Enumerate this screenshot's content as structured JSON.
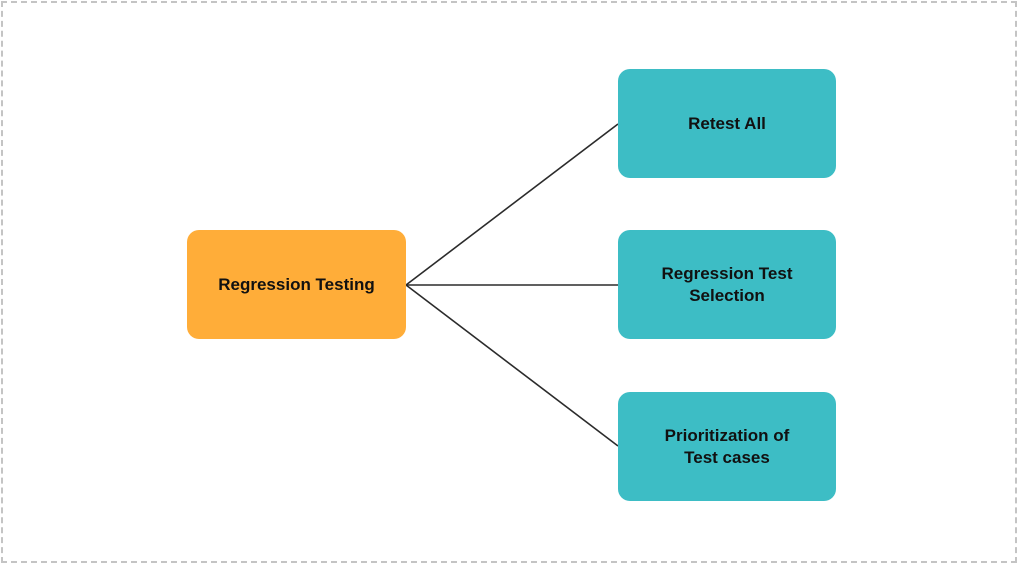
{
  "diagram": {
    "colors": {
      "root_fill": "#FFAD39",
      "child_fill": "#3DBDC5",
      "connector": "#2b2b2b",
      "border": "#c4c4c4",
      "text": "#111111"
    },
    "root": {
      "label": "Regression Testing"
    },
    "children": [
      {
        "label_lines": [
          "Retest All"
        ]
      },
      {
        "label_lines": [
          "Regression Test",
          "Selection"
        ]
      },
      {
        "label_lines": [
          "Prioritization of",
          "Test cases"
        ]
      }
    ]
  }
}
